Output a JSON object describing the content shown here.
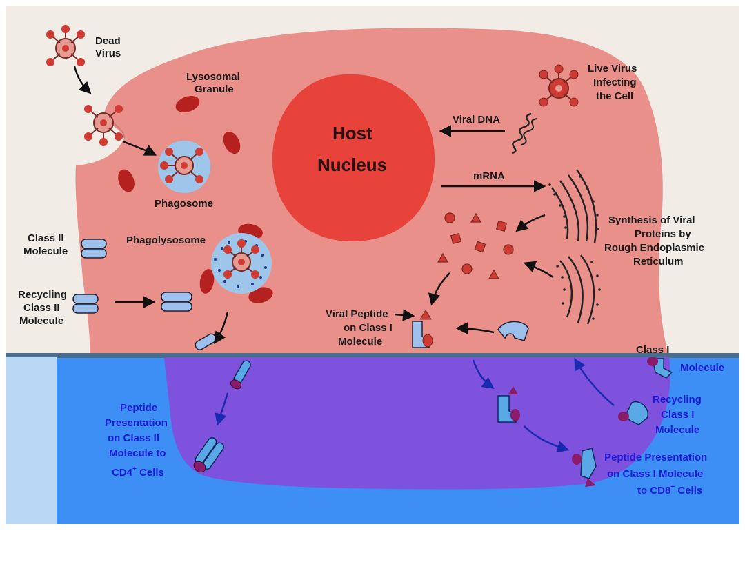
{
  "colors": {
    "page_bg": "#ffffff",
    "top_bg": "#f1ece6",
    "cell_fill": "#e9908a",
    "nucleus": "#e8433a",
    "bottom_bg": "#3e8ff5",
    "bottom_cell": "#7e52dd",
    "label_dark": "#1a1a1a",
    "label_blue": "#1a1ad8",
    "molecule_blue": "#9ec0ec",
    "virus_red": "#cf3a32",
    "granule_red": "#b5211e",
    "divider": "#4a6d8e"
  },
  "labels": {
    "dead_virus": [
      "Dead",
      "Virus"
    ],
    "lysosomal_granule": [
      "Lysosomal",
      "Granule"
    ],
    "host_nucleus": [
      "Host",
      "Nucleus"
    ],
    "viral_dna": "Viral DNA",
    "live_virus": [
      "Live Virus",
      "Infecting",
      "the Cell"
    ],
    "mrna": "mRNA",
    "phagosome": "Phagosome",
    "class_ii_molecule": [
      "Class II",
      "Molecule"
    ],
    "phagolysosome": "Phagolysosome",
    "recycling_class_ii": [
      "Recycling",
      "Class II",
      "Molecule"
    ],
    "synthesis": [
      "Synthesis of Viral",
      "Proteins by",
      "Rough Endoplasmic",
      "Reticulum"
    ],
    "viral_peptide": [
      "Viral Peptide",
      "on Class I",
      "Molecule"
    ],
    "class_i_molecule": [
      "Class I",
      "Molecule"
    ],
    "peptide_presentation_ii": [
      "Peptide",
      "Presentation",
      "on Class II",
      "Molecule to",
      "CD4",
      "Cells"
    ],
    "recycling_class_i": [
      "Recycling",
      "Class I",
      "Molecule"
    ],
    "peptide_presentation_i": [
      "Peptide Presentation",
      "on Class I Molecule",
      "to CD8",
      "Cells"
    ],
    "superscript_plus": "+"
  }
}
